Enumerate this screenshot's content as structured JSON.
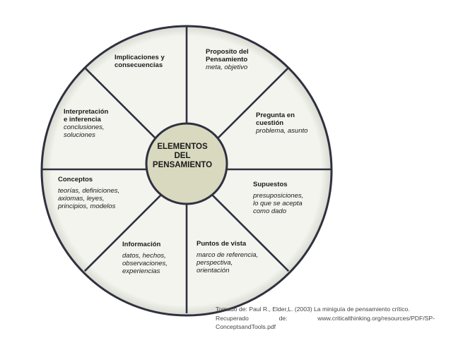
{
  "center": {
    "lines": [
      "ELEMENTOS",
      "DEL",
      "PENSAMIENTO"
    ]
  },
  "segments": [
    {
      "title": [
        "Proposito del",
        "Pensamiento"
      ],
      "sub": [
        "meta, objetivo"
      ]
    },
    {
      "title": [
        "Pregunta en",
        "cuestión"
      ],
      "sub": [
        "problema, asunto"
      ]
    },
    {
      "title": [
        "Supuestos"
      ],
      "sub": [
        "presuposiciones,",
        "lo que se acepta",
        "como dado"
      ]
    },
    {
      "title": [
        "Puntos de vista"
      ],
      "sub": [
        "marco de referencia,",
        "perspectiva,",
        "orientación"
      ]
    },
    {
      "title": [
        "Información"
      ],
      "sub": [
        "datos, hechos,",
        "observaciones,",
        "experiencias"
      ]
    },
    {
      "title": [
        "Conceptos"
      ],
      "sub": [
        "teorías, definiciones,",
        "axiomas, leyes,",
        "principios, modelos"
      ]
    },
    {
      "title": [
        "Interpretación",
        "e inferencia"
      ],
      "sub": [
        "conclusiones,",
        "soluciones"
      ]
    },
    {
      "title": [
        "Implicaciones y",
        "consecuencias"
      ],
      "sub": []
    }
  ],
  "citation": {
    "line1": "Tomado de: Paul R., Elder,L. (2003) La miniguía de pensamiento crítico.",
    "line2_a": "Recuperado",
    "line2_b": "de:",
    "line2_c": "www.criticalthinking.org/resources/PDF/SP-",
    "line3": "ConceptsandTools.pdf"
  },
  "colors": {
    "wheel_fill": "#f3f4ee",
    "outline": "#2f3140",
    "hub_fill": "#d9d9c0"
  }
}
